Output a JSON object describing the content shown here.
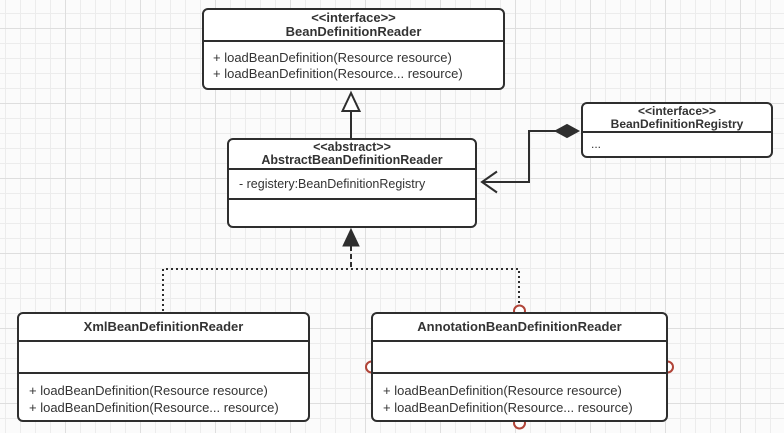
{
  "diagram": {
    "classes": {
      "bean_definition_reader": {
        "stereotype": "<<interface>>",
        "name": "BeanDefinitionReader",
        "methods": [
          "+ loadBeanDefinition(Resource resource)",
          "+ loadBeanDefinition(Resource... resource)"
        ]
      },
      "abstract_bean_definition_reader": {
        "stereotype": "<<abstract>>",
        "name": "AbstractBeanDefinitionReader",
        "fields": [
          "- registery:BeanDefinitionRegistry"
        ]
      },
      "bean_definition_registry": {
        "stereotype": "<<interface>>",
        "name": "BeanDefinitionRegistry",
        "fields": [
          "..."
        ]
      },
      "xml_bean_definition_reader": {
        "name": "XmlBeanDefinitionReader",
        "methods": [
          "+ loadBeanDefinition(Resource resource)",
          "+ loadBeanDefinition(Resource... resource)"
        ]
      },
      "annotation_bean_definition_reader": {
        "name": "AnnotationBeanDefinitionReader",
        "methods": [
          "+ loadBeanDefinition(Resource resource)",
          "+ loadBeanDefinition(Resource... resource)"
        ]
      }
    },
    "relations": [
      {
        "from": "AbstractBeanDefinitionReader",
        "to": "BeanDefinitionReader",
        "type": "realization",
        "line": "solid",
        "arrow": "hollow-triangle"
      },
      {
        "from": "XmlBeanDefinitionReader",
        "to": "AbstractBeanDefinitionReader",
        "type": "generalization",
        "line": "dotted",
        "arrow": "filled-triangle"
      },
      {
        "from": "AnnotationBeanDefinitionReader",
        "to": "AbstractBeanDefinitionReader",
        "type": "generalization",
        "line": "dotted",
        "arrow": "filled-triangle"
      },
      {
        "from": "BeanDefinitionRegistry",
        "to": "AbstractBeanDefinitionReader",
        "type": "composition",
        "line": "solid",
        "arrow": "open",
        "diamond": "filled"
      }
    ],
    "colors": {
      "background": "#fbfbfb",
      "grid_minor": "#ececec",
      "grid_major": "#dedede",
      "stroke": "#2e2e2e",
      "text": "#333333",
      "box_fill": "#ffffff",
      "handle": "#b04438"
    }
  }
}
